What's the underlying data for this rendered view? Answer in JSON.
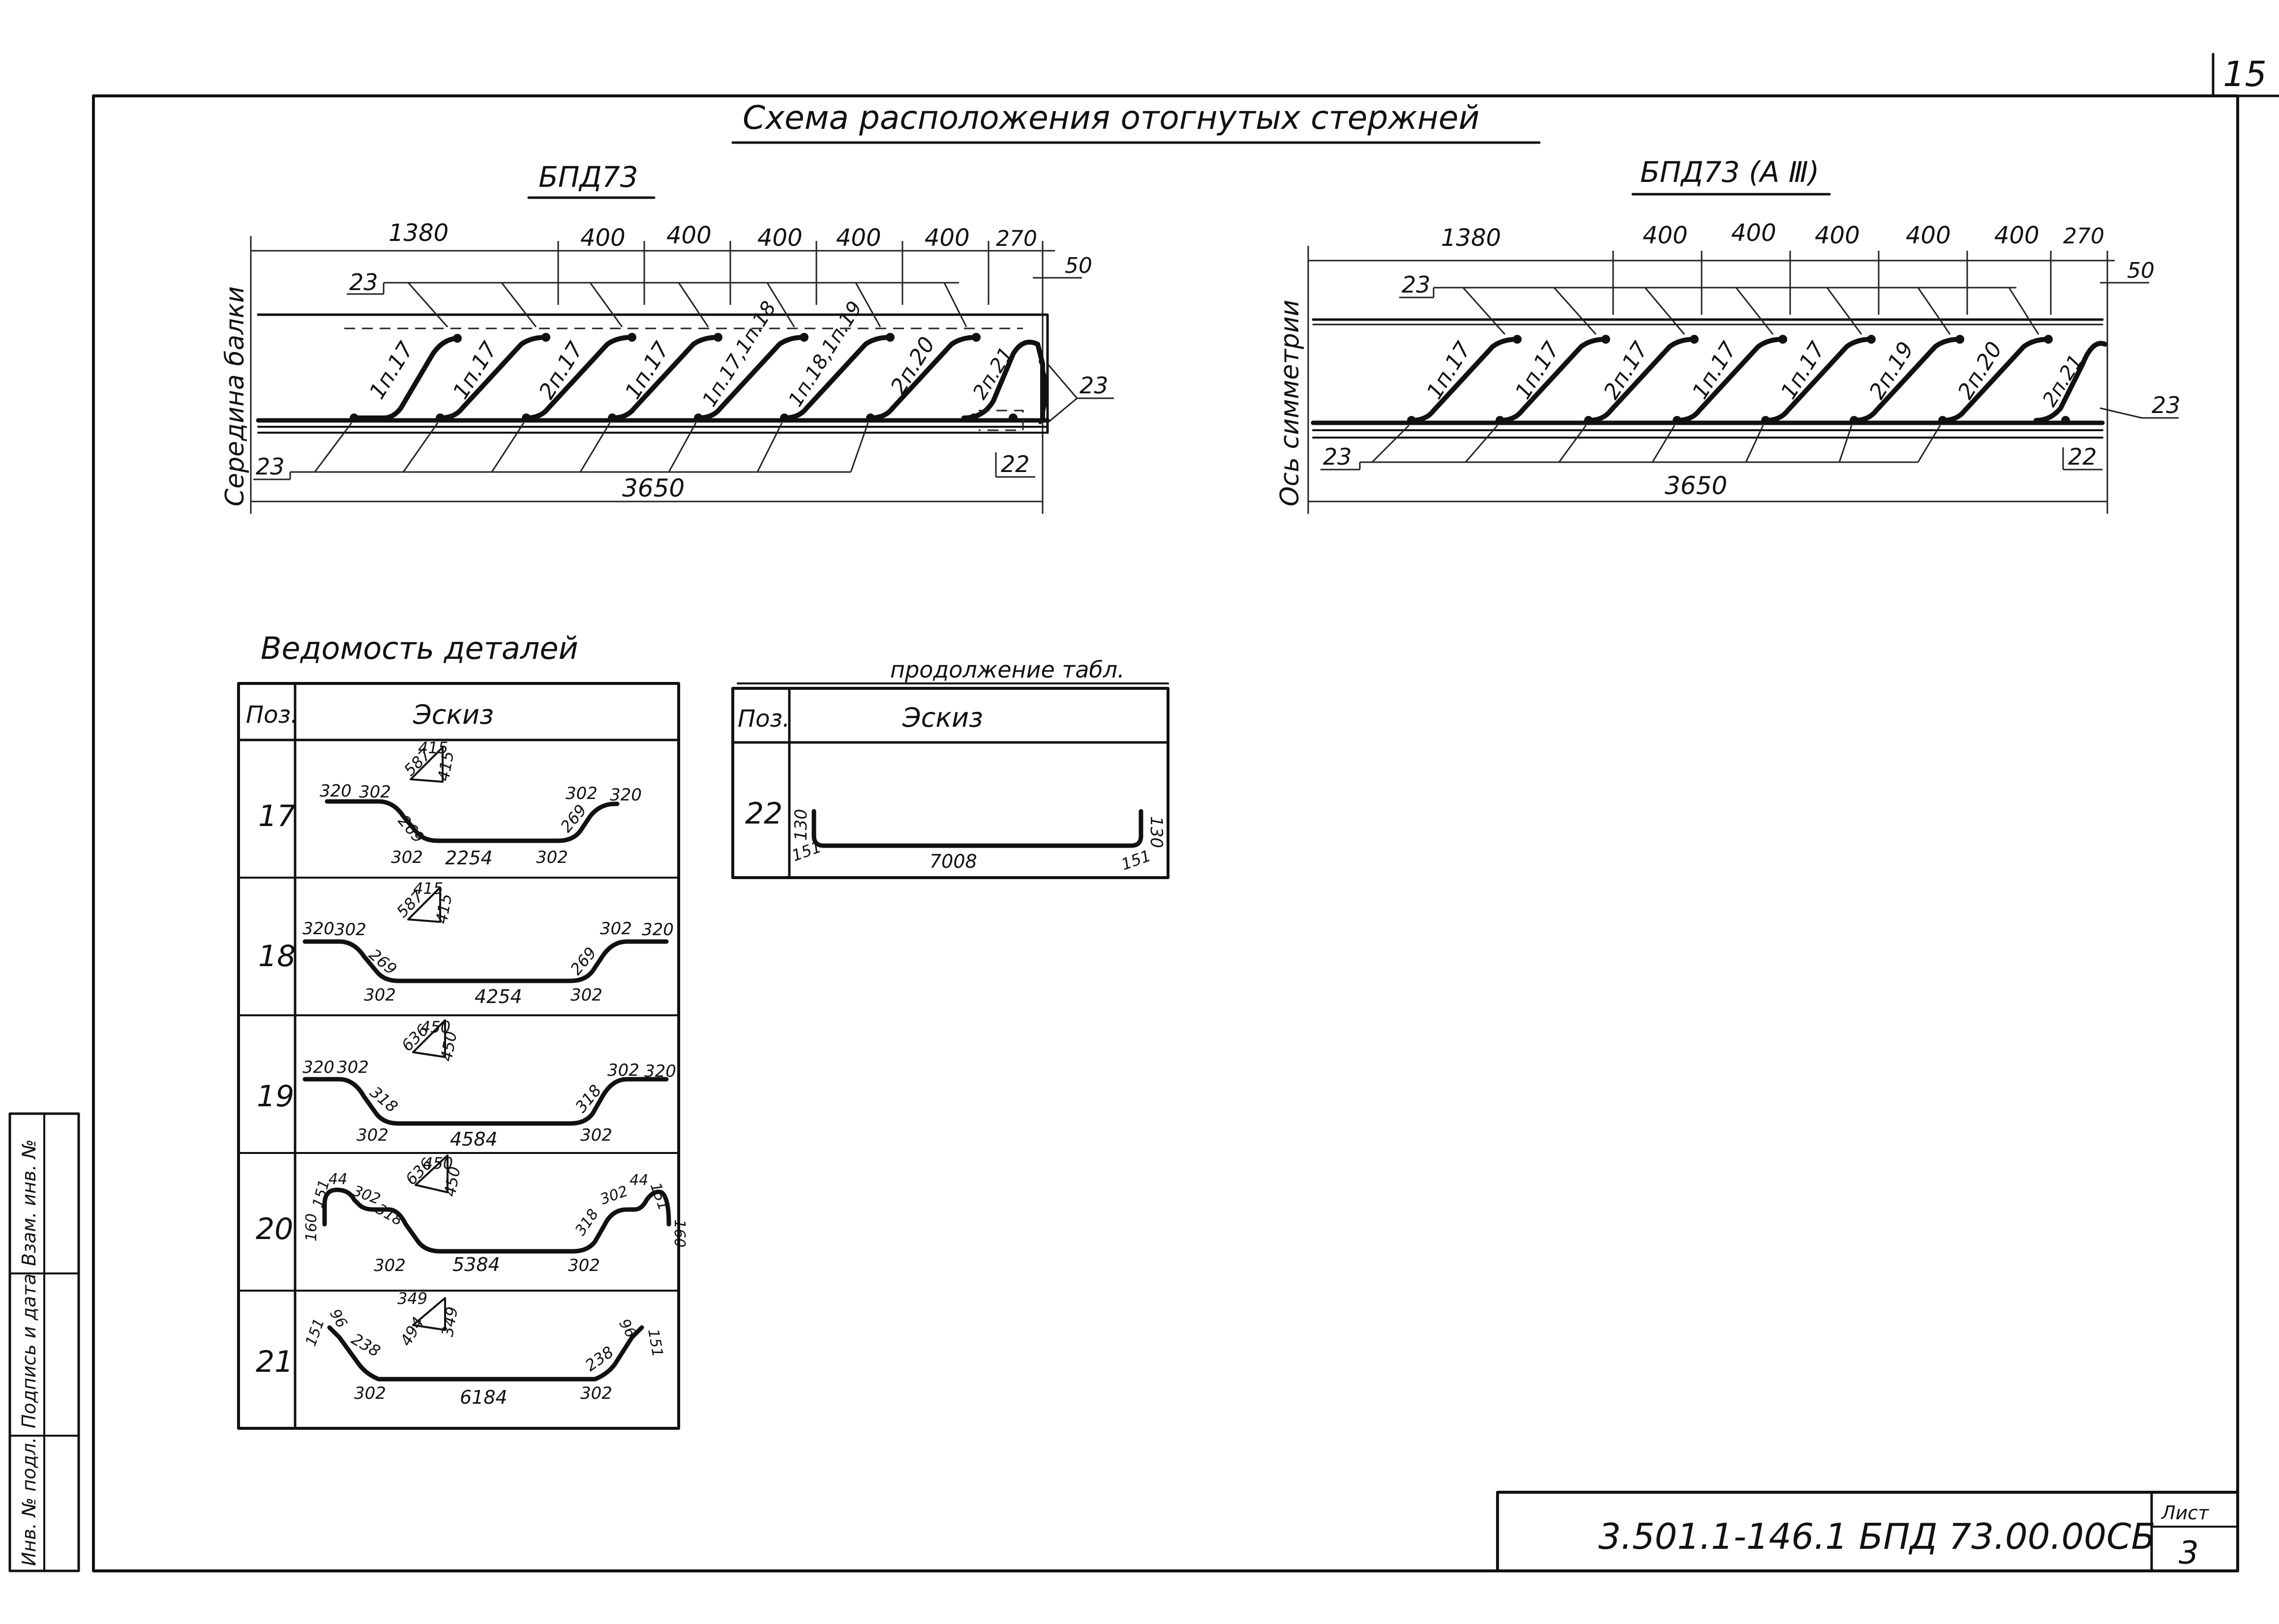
{
  "sheet": {
    "corner_number": "15",
    "title": "Схема расположения отогнутых стержней",
    "designation": "3.501.1-146.1   БПД 73.00.00СБ",
    "sheet_label": "Лист",
    "sheet_number": "3",
    "side_stamp": [
      "Инв. № подл.",
      "Подпись и дата",
      "Взам. инв. №"
    ]
  },
  "left_scheme": {
    "name": "БПД73",
    "side_label": "Середина балки",
    "dims_top": [
      "1380",
      "400",
      "400",
      "400",
      "400",
      "400",
      "270"
    ],
    "dim_50": "50",
    "total": "3650",
    "bar_labels": [
      "1п.17",
      "1п.17",
      "2п.17",
      "1п.17",
      "1п.17,1п.18",
      "1п.18,1п.19",
      "2п.20",
      "2п.21"
    ],
    "callouts": {
      "top": "23",
      "bottom": "23",
      "right": "23",
      "pos22": "22"
    }
  },
  "right_scheme": {
    "name": "БПД73 (А Ⅲ)",
    "side_label": "Ось симметрии",
    "dims_top": [
      "1380",
      "400",
      "400",
      "400",
      "400",
      "400",
      "270"
    ],
    "dim_50": "50",
    "total": "3650",
    "bar_labels": [
      "1п.17",
      "1п.17",
      "2п.17",
      "1п.17",
      "1п.17",
      "2п.19",
      "2п.20",
      "2п.21"
    ],
    "callouts": {
      "top": "23",
      "bottom": "23",
      "right": "23",
      "pos22": "22"
    }
  },
  "details_table": {
    "title": "Ведомость деталей",
    "col_pos": "Поз.",
    "col_sketch": "Эскиз",
    "rows": [
      {
        "pos": "17",
        "tri": [
          "415",
          "587",
          "415"
        ],
        "dims": [
          "320",
          "302",
          "269",
          "302",
          "2254",
          "302",
          "269",
          "302",
          "320"
        ]
      },
      {
        "pos": "18",
        "tri": [
          "415",
          "587",
          "415"
        ],
        "dims": [
          "320",
          "302",
          "269",
          "302",
          "4254",
          "302",
          "269",
          "302",
          "320"
        ]
      },
      {
        "pos": "19",
        "tri": [
          "450",
          "636",
          "450"
        ],
        "dims": [
          "320",
          "302",
          "318",
          "302",
          "4584",
          "302",
          "318",
          "302",
          "320"
        ]
      },
      {
        "pos": "20",
        "tri": [
          "450",
          "636",
          "450"
        ],
        "dims": [
          "160",
          "151",
          "44",
          "302",
          "318",
          "302",
          "5384",
          "302",
          "318",
          "302",
          "44",
          "151",
          "160"
        ]
      },
      {
        "pos": "21",
        "tri": [
          "349",
          "494",
          "349"
        ],
        "dims": [
          "151",
          "96",
          "238",
          "302",
          "6184",
          "302",
          "238",
          "96",
          "151"
        ]
      }
    ]
  },
  "continuation_table": {
    "title": "продолжение табл.",
    "col_pos": "Поз.",
    "col_sketch": "Эскиз",
    "row": {
      "pos": "22",
      "dims": [
        "130",
        "151",
        "7008",
        "151",
        "130"
      ]
    }
  }
}
